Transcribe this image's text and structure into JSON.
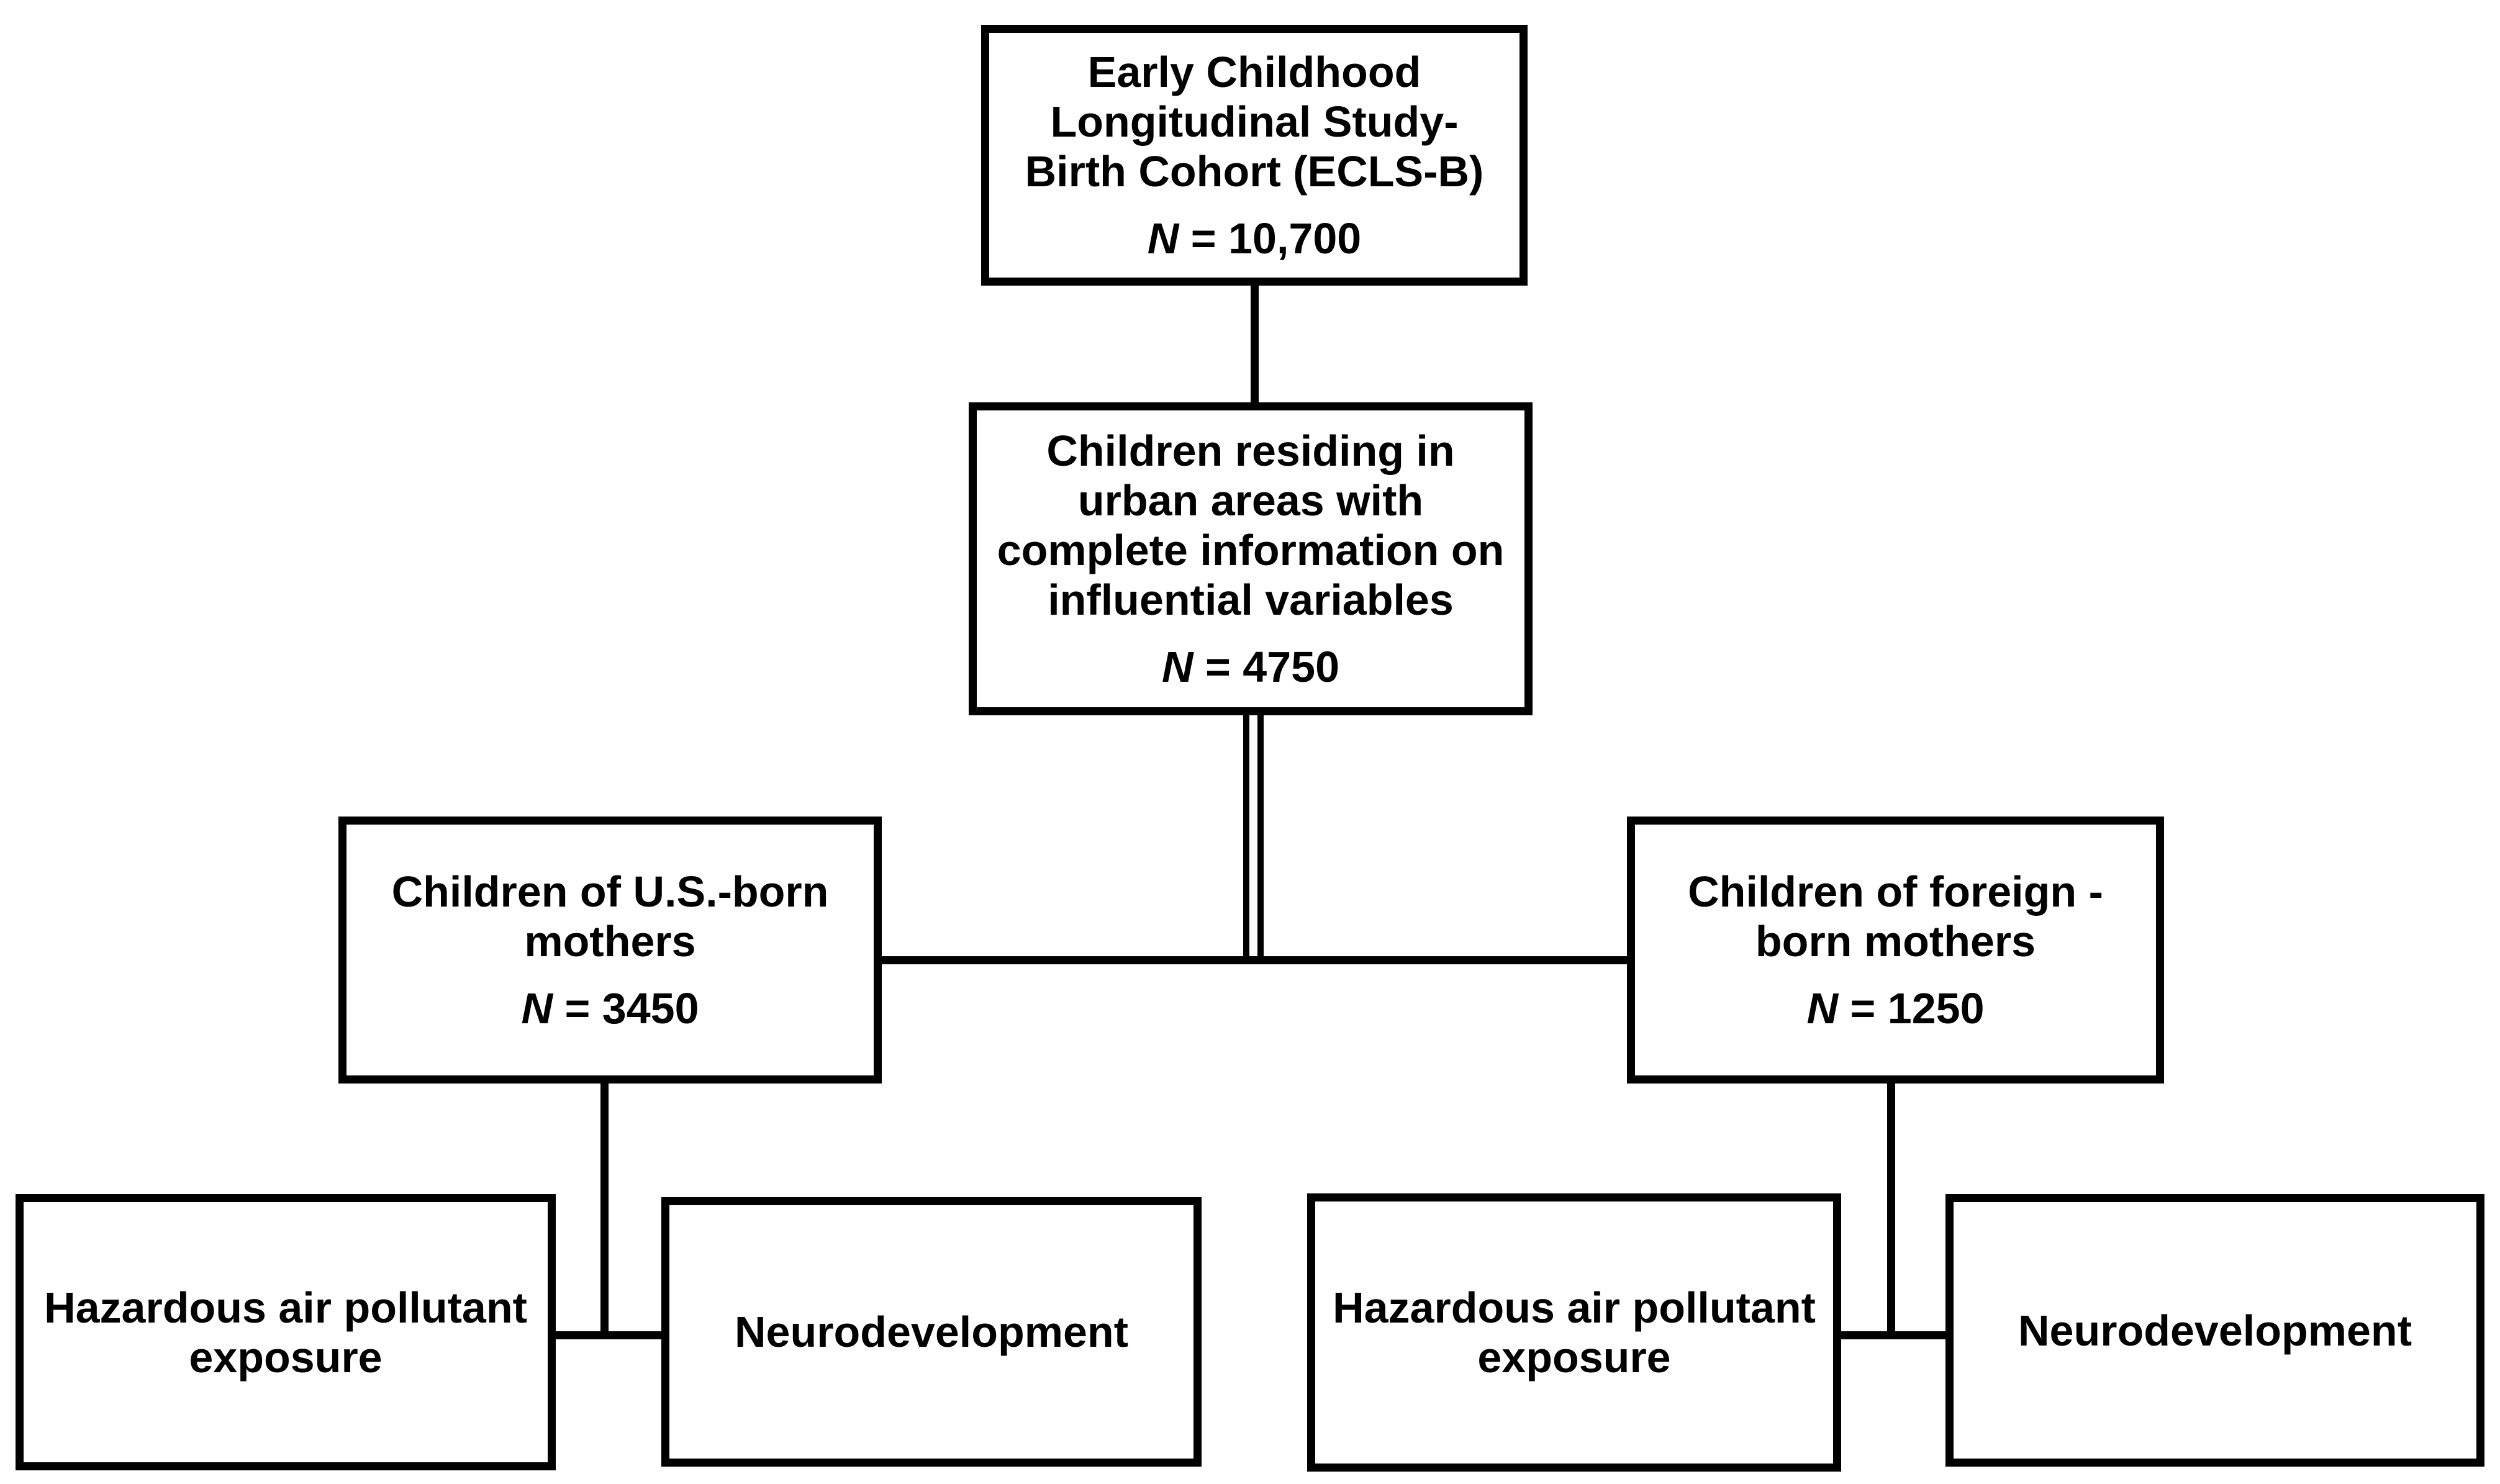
{
  "diagram": {
    "background_color": "#ffffff",
    "line_color": "#000000",
    "boxes": {
      "ecls": {
        "lines": [
          "Early Childhood",
          "Longitudinal Study-",
          "Birth Cohort (ECLS-B)"
        ],
        "n_symbol": "N",
        "n_value": " = 10,700"
      },
      "urban": {
        "lines": [
          "Children residing in",
          "urban areas with",
          "complete information on",
          "influential variables"
        ],
        "n_symbol": "N",
        "n_value": " = 4750"
      },
      "us_born": {
        "lines": [
          "Children of U.S.-born",
          "mothers"
        ],
        "n_symbol": "N",
        "n_value": " = 3450"
      },
      "foreign_born": {
        "lines": [
          "Children of foreign -",
          "born mothers"
        ],
        "n_symbol": "N",
        "n_value": " = 1250"
      },
      "hazard_left": {
        "lines": [
          "Hazardous air pollutant",
          "exposure"
        ]
      },
      "neuro_left": {
        "lines": [
          "Neurodevelopment"
        ]
      },
      "hazard_right": {
        "lines": [
          "Hazardous air pollutant",
          "exposure"
        ]
      },
      "neuro_right": {
        "lines": [
          "Neurodevelopment"
        ]
      }
    }
  }
}
